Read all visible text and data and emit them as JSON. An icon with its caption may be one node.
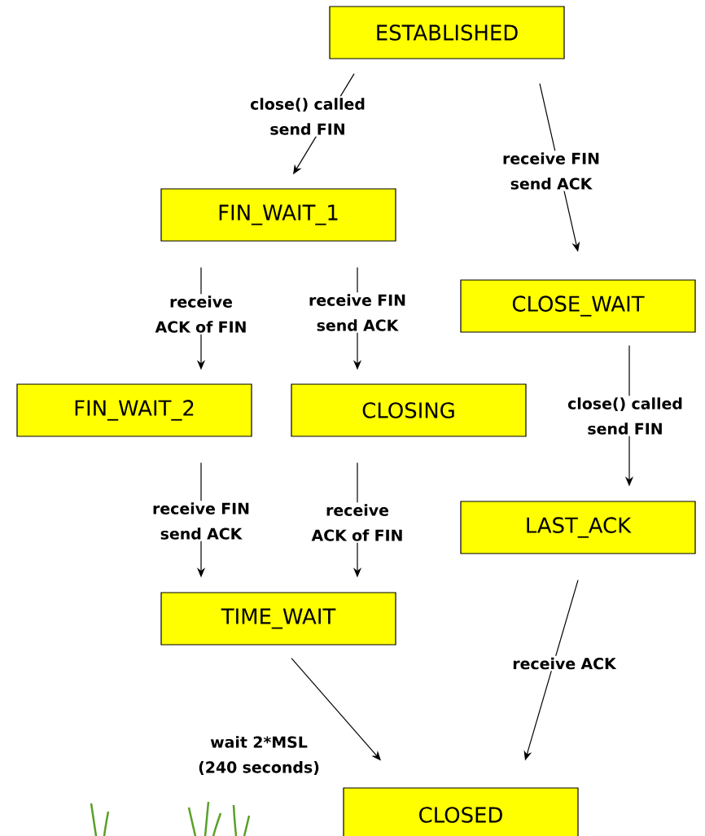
{
  "diagram": {
    "nodes": [
      {
        "text": [
          "ESTABLISHED"
        ]
      },
      {
        "text": [
          "FIN_WAIT_1"
        ]
      },
      {
        "text": [
          "CLOSE_WAIT"
        ]
      },
      {
        "text": [
          "FIN_WAIT_2"
        ]
      },
      {
        "text": [
          "CLOSING"
        ]
      },
      {
        "text": [
          "LAST_ACK"
        ]
      },
      {
        "text": [
          "TIME_WAIT"
        ]
      },
      {
        "text": [
          "CLOSED"
        ]
      }
    ],
    "edges": [
      {
        "from": 0,
        "to": 1,
        "arrow": "to",
        "label": "close() called send FIN"
      },
      {
        "from": 0,
        "to": 2,
        "arrow": "to",
        "label": "receive FIN send ACK"
      },
      {
        "from": 1,
        "to": 3,
        "arrow": "to",
        "label": "receive ACK of FIN"
      },
      {
        "from": 1,
        "to": 4,
        "arrow": "to",
        "label": "receive FIN send ACK"
      },
      {
        "from": 2,
        "to": 5,
        "arrow": "to",
        "label": "close() called send FIN"
      },
      {
        "from": 3,
        "to": 6,
        "arrow": "to",
        "label": "receive FIN send ACK"
      },
      {
        "from": 4,
        "to": 6,
        "arrow": "to",
        "label": "receive ACK of FIN"
      },
      {
        "from": 5,
        "to": 7,
        "arrow": "to",
        "label": "receive ACK"
      },
      {
        "from": 6,
        "to": 7,
        "arrow": "to",
        "label": "wait 2*MSL (240 seconds)"
      }
    ]
  }
}
